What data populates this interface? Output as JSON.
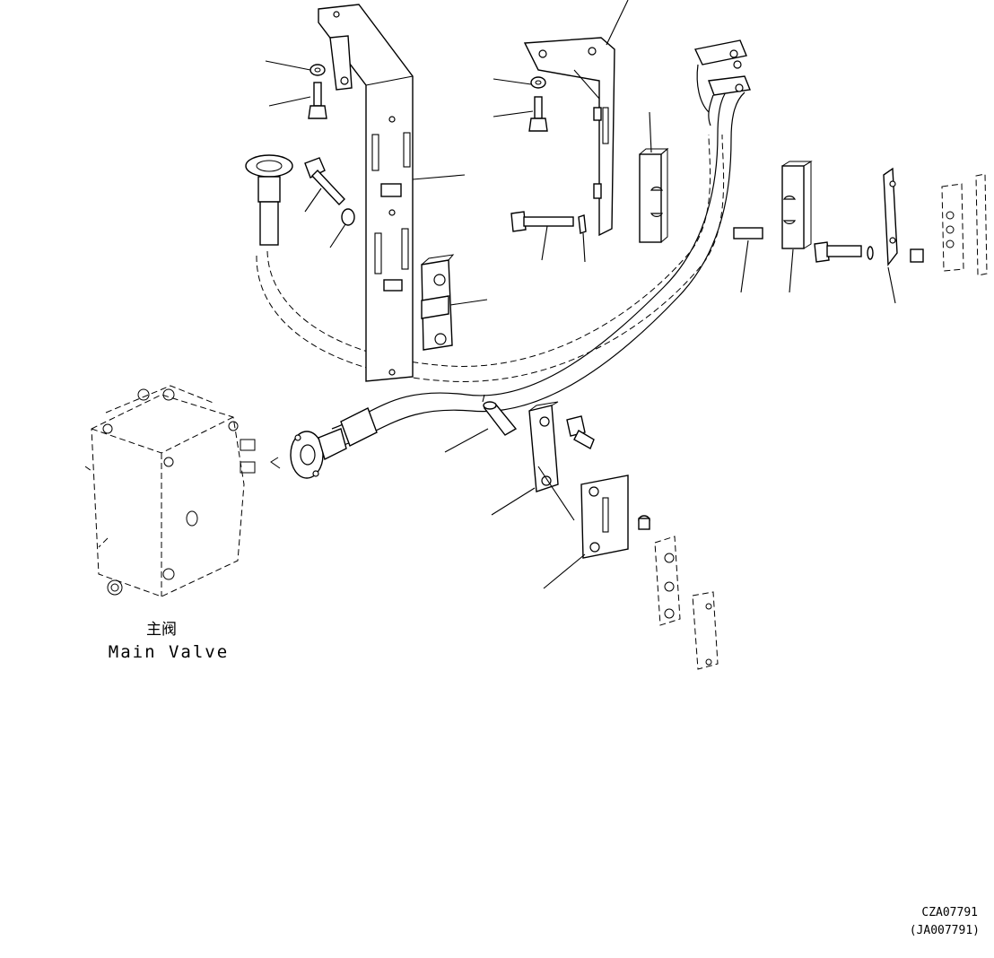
{
  "labels": {
    "main_valve_cn": "主阀",
    "main_valve_en": "Main Valve",
    "drawing_code": "CZA07791",
    "drawing_code_alt": "(JA007791)"
  }
}
